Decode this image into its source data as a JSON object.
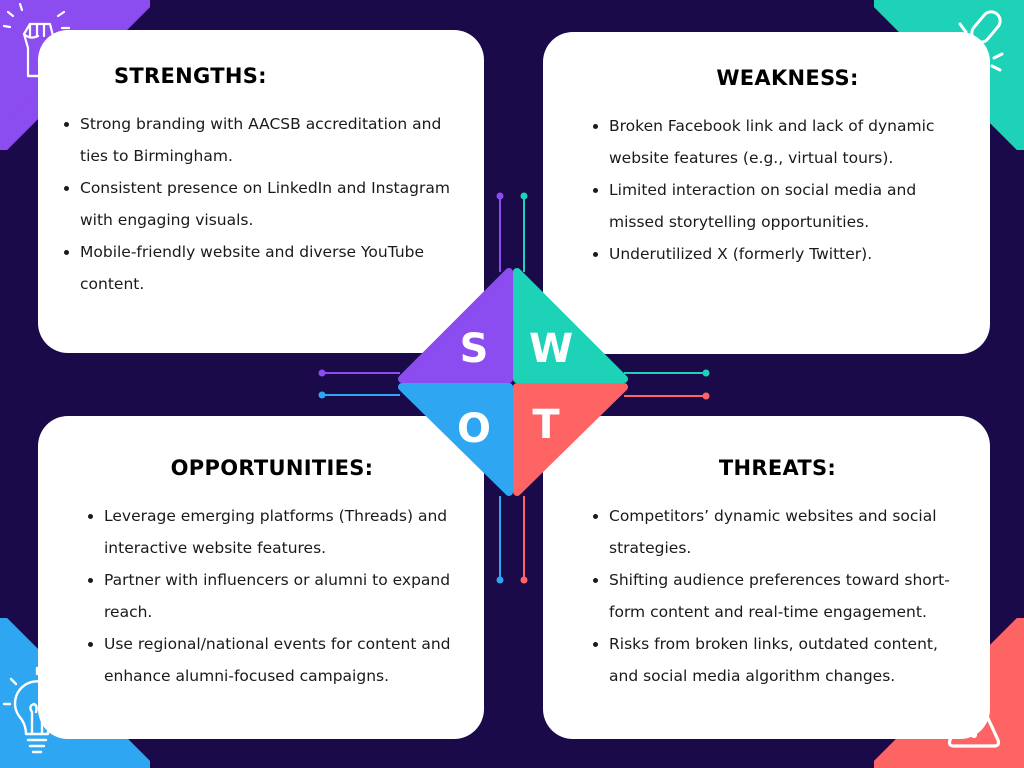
{
  "strengths": {
    "title": "STRENGTHS:",
    "items": [
      "Strong branding with AACSB accreditation and ties to Birmingham.",
      "Consistent presence on LinkedIn and Instagram with engaging visuals.",
      "Mobile-friendly website and diverse YouTube content."
    ]
  },
  "weakness": {
    "title": "WEAKNESS:",
    "items": [
      "Broken Facebook link and lack of dynamic website features (e.g., virtual tours).",
      "Limited interaction on social media and missed storytelling opportunities.",
      "Underutilized X (formerly Twitter)."
    ]
  },
  "opportunities": {
    "title": "OPPORTUNITIES:",
    "items": [
      "Leverage emerging platforms (Threads) and interactive website features.",
      "Partner with influencers or alumni to expand reach.",
      "Use regional/national events for content and enhance alumni-focused campaigns."
    ]
  },
  "threats": {
    "title": "THREATS:",
    "items": [
      "Competitors’ dynamic websites and social strategies.",
      "Shifting audience preferences toward short-form content and real-time engagement.",
      "Risks from broken links, outdated content, and social media algorithm changes."
    ]
  },
  "swot_letters": {
    "s": "S",
    "w": "W",
    "o": "O",
    "t": "T"
  },
  "colors": {
    "background": "#1a0a4a",
    "strengths": "#8b4cf0",
    "weakness": "#1ed2b8",
    "opportunities": "#2fa6f2",
    "threats": "#ff6464"
  },
  "icons": {
    "strengths": "raised-fist-icon",
    "weakness": "broken-chain-icon",
    "opportunities": "lightbulb-icon",
    "threats": "warning-icon"
  }
}
